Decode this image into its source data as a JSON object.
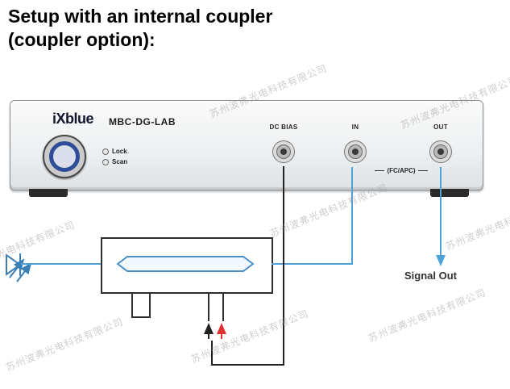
{
  "page": {
    "title_line1": "Setup with an internal coupler",
    "title_line2": "(coupler option):"
  },
  "device": {
    "brand": "iXblue",
    "model": "MBC-DG-LAB",
    "indicators": [
      {
        "label": "Lock"
      },
      {
        "label": "Scan"
      }
    ],
    "connectors": [
      {
        "label": "DC BIAS"
      },
      {
        "label": "IN"
      },
      {
        "label": "OUT"
      }
    ],
    "connector_note": "(FC/APC)"
  },
  "diagram": {
    "signal_out_label": "Signal Out"
  },
  "watermark": {
    "text": "苏州波弗光电科技有限公司"
  },
  "colors": {
    "fiber_blue": "#4da3d9",
    "laser_teal": "#3a7fb5",
    "wire_black": "#222222",
    "arrow_red": "#e03030",
    "button_blue": "#2e4c97",
    "panel_gray": "#ececec",
    "watermark_gray": "#9e9e9e"
  }
}
